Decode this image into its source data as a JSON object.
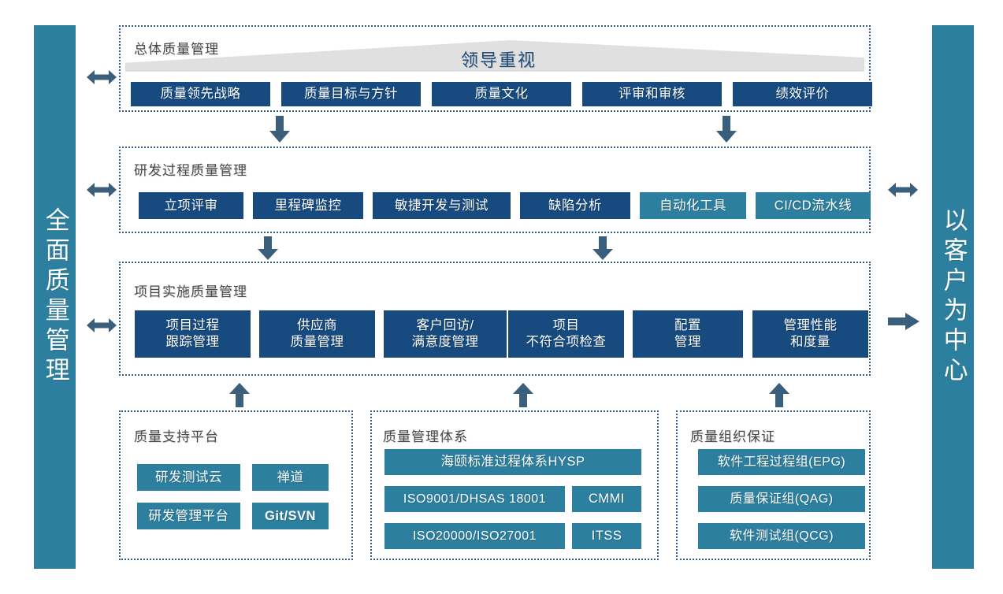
{
  "diagram": {
    "title_hidden": "",
    "colors": {
      "navy": "#174a7e",
      "teal": "#2d7f9f",
      "frame": "#2f5d87",
      "banner": "#e0e0e0",
      "banner_text": "#1f4e79",
      "arrow": "#3a5f7d"
    }
  },
  "left_rail": {
    "label": "全面质量管理"
  },
  "right_rail": {
    "label": "以客户为中心"
  },
  "banner": {
    "label": "领导重视"
  },
  "sections": [
    {
      "key": "overall",
      "title": "总体质量管理",
      "items": [
        {
          "label": "质量领先战略",
          "style": "navy"
        },
        {
          "label": "质量目标与方针",
          "style": "navy"
        },
        {
          "label": "质量文化",
          "style": "navy"
        },
        {
          "label": "评审和审核",
          "style": "navy"
        },
        {
          "label": "绩效评价",
          "style": "navy"
        }
      ]
    },
    {
      "key": "rnd",
      "title": "研发过程质量管理",
      "items": [
        {
          "label": "立项评审",
          "style": "navy"
        },
        {
          "label": "里程碑监控",
          "style": "navy"
        },
        {
          "label": "敏捷开发与测试",
          "style": "navy"
        },
        {
          "label": "缺陷分析",
          "style": "navy"
        },
        {
          "label": "自动化工具",
          "style": "teal"
        },
        {
          "label": "CI/CD流水线",
          "style": "teal"
        }
      ]
    },
    {
      "key": "project",
      "title": "项目实施质量管理",
      "items": [
        {
          "line1": "项目过程",
          "line2": "跟踪管理",
          "style": "navy"
        },
        {
          "line1": "供应商",
          "line2": "质量管理",
          "style": "navy"
        },
        {
          "line1": "客户回访/",
          "line2": "满意度管理",
          "style": "navy"
        },
        {
          "line1": "项目",
          "line2": "不符合项检查",
          "style": "navy"
        },
        {
          "line1": "配置",
          "line2": "管理",
          "style": "navy"
        },
        {
          "line1": "管理性能",
          "line2": "和度量",
          "style": "navy"
        }
      ]
    },
    {
      "key": "platform",
      "title": "质量支持平台",
      "items": [
        {
          "label": "研发测试云",
          "style": "teal"
        },
        {
          "label": "禅道",
          "style": "teal"
        },
        {
          "label": "研发管理平台",
          "style": "teal"
        },
        {
          "label": "Git/SVN",
          "style": "teal",
          "bold": true
        }
      ]
    },
    {
      "key": "system",
      "title": "质量管理体系",
      "items": [
        {
          "label": "海颐标准过程体系HYSP",
          "style": "teal"
        },
        {
          "label": "ISO9001/DHSAS 18001",
          "style": "teal"
        },
        {
          "label": "CMMI",
          "style": "teal"
        },
        {
          "label": "ISO20000/ISO27001",
          "style": "teal"
        },
        {
          "label": "ITSS",
          "style": "teal"
        }
      ]
    },
    {
      "key": "org",
      "title": "质量组织保证",
      "items": [
        {
          "label": "软件工程过程组(EPG)",
          "style": "teal"
        },
        {
          "label": "质量保证组(QAG)",
          "style": "teal"
        },
        {
          "label": "软件测试组(QCG)",
          "style": "teal"
        }
      ]
    }
  ],
  "connectors": [
    {
      "name": "left-double-arrow-overall",
      "icon": "double-arrow-horizontal-icon"
    },
    {
      "name": "left-double-arrow-rnd",
      "icon": "double-arrow-horizontal-icon"
    },
    {
      "name": "left-double-arrow-project",
      "icon": "double-arrow-horizontal-icon"
    },
    {
      "name": "right-double-arrow-rnd",
      "icon": "double-arrow-horizontal-icon"
    },
    {
      "name": "right-arrow-project",
      "icon": "arrow-right-icon"
    },
    {
      "name": "down-arrow-overall-to-rnd-left",
      "icon": "arrow-down-icon"
    },
    {
      "name": "down-arrow-overall-to-rnd-right",
      "icon": "arrow-down-icon"
    },
    {
      "name": "down-arrow-rnd-to-project-left",
      "icon": "arrow-down-icon"
    },
    {
      "name": "down-arrow-rnd-to-project-right",
      "icon": "arrow-down-icon"
    },
    {
      "name": "up-arrow-platform-to-project",
      "icon": "arrow-up-icon"
    },
    {
      "name": "up-arrow-system-to-project",
      "icon": "arrow-up-icon"
    },
    {
      "name": "up-arrow-org-to-project",
      "icon": "arrow-up-icon"
    }
  ]
}
